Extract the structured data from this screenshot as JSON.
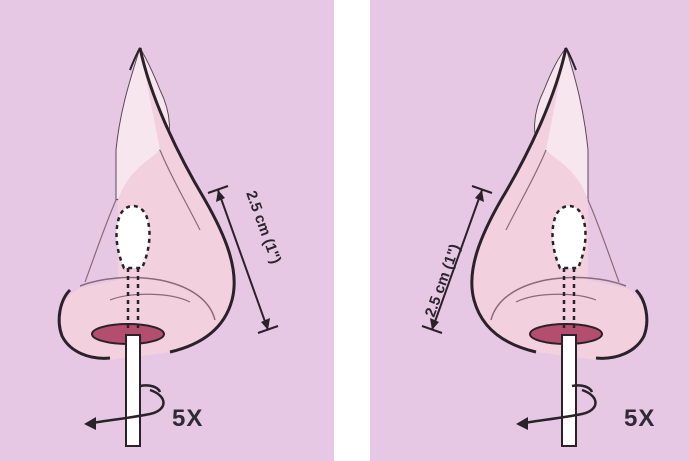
{
  "colors": {
    "background_panel": "#e6c8e4",
    "nose_outline": "#2a2228",
    "nose_fill": "#f3d0de",
    "nose_light": "#f7e6ee",
    "nostril": "#b44e6e",
    "swab": "#ffffff"
  },
  "panels": [
    {
      "side": "left",
      "measure_label": "2.5 cm (1\")",
      "rotation_label": "5X"
    },
    {
      "side": "right",
      "measure_label": "2.5 cm (1\")",
      "rotation_label": "5X"
    }
  ],
  "icons": [
    "nose-illustration",
    "swab-icon",
    "rotation-arrow-icon",
    "measure-arrow-icon"
  ]
}
